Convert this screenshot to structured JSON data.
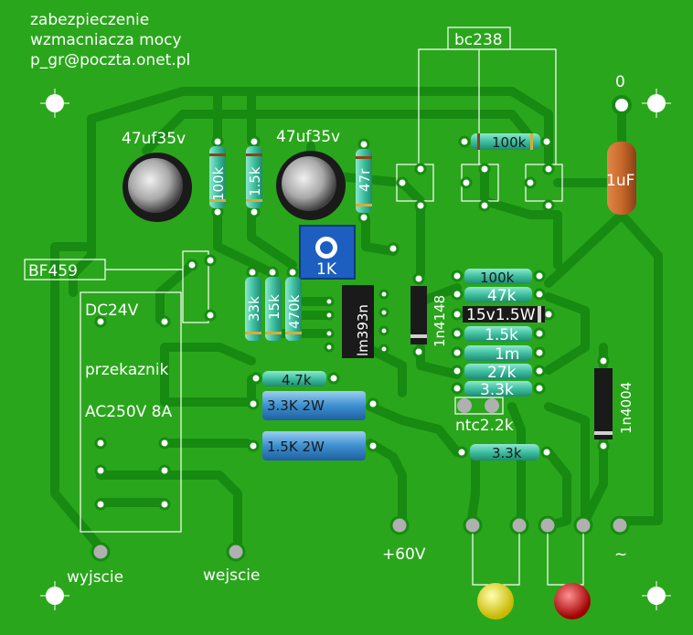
{
  "header": {
    "line1": "zabezpieczenie",
    "line2": "wzmacniacza mocy",
    "line3": "p_gr@poczta.onet.pl"
  },
  "labels": {
    "cap1": "47uf35v",
    "cap2": "47uf35v",
    "transistors": "bc238",
    "terminal_zero": "0",
    "r_100k_top": "100k",
    "r_100k_vert": "100k",
    "r_1_5k_vert": "1.5k",
    "r_47r": "47r",
    "c_1uF": "1uF",
    "bf459": "BF459",
    "pot_1k": "1K",
    "r_33k": "33k",
    "r_15k": "15k",
    "r_470k": "470k",
    "ic": "lm393n",
    "d_1n4148": "1n4148",
    "r_right_100k": "100k",
    "r_right_47k": "47k",
    "zener": "15v1.5W",
    "r_right_1_5k": "1.5k",
    "r_right_1m": "1m",
    "r_right_27k": "27k",
    "r_right_3_3k": "3.3k",
    "ntc": "ntc2.2k",
    "d_1n4004": "1n4004",
    "relay_dc": "DC24V",
    "relay_name": "przekaznik",
    "relay_ac": "AC250V  8A",
    "r_4_7k": "4.7k",
    "r_3_3k_2w": "3.3K  2W",
    "r_1_5k_2w": "1.5K   2W",
    "r_3_3k_bottom": "3.3k",
    "out": "wyjscie",
    "in": "wejscie",
    "supply": "+60V",
    "ac": "~"
  },
  "colors": {
    "board": "#2aa61c",
    "track": "#178a12",
    "pad": "#ffffff",
    "resistor": "#3fbfa0",
    "led_yellow": "#f0e020",
    "led_red": "#e01818",
    "pot": "#1d5fc0",
    "cap_1uF": "#c8682a"
  }
}
